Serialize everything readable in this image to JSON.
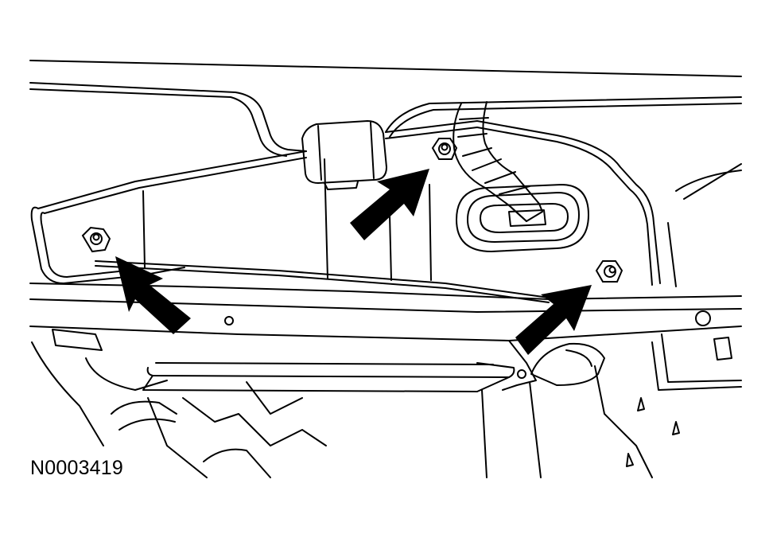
{
  "figure": {
    "id_label": "N0003419"
  },
  "colors": {
    "line": "#000000",
    "background": "#ffffff"
  },
  "callouts": [
    {
      "target": "left-nut"
    },
    {
      "target": "top-nut"
    },
    {
      "target": "right-nut"
    }
  ]
}
